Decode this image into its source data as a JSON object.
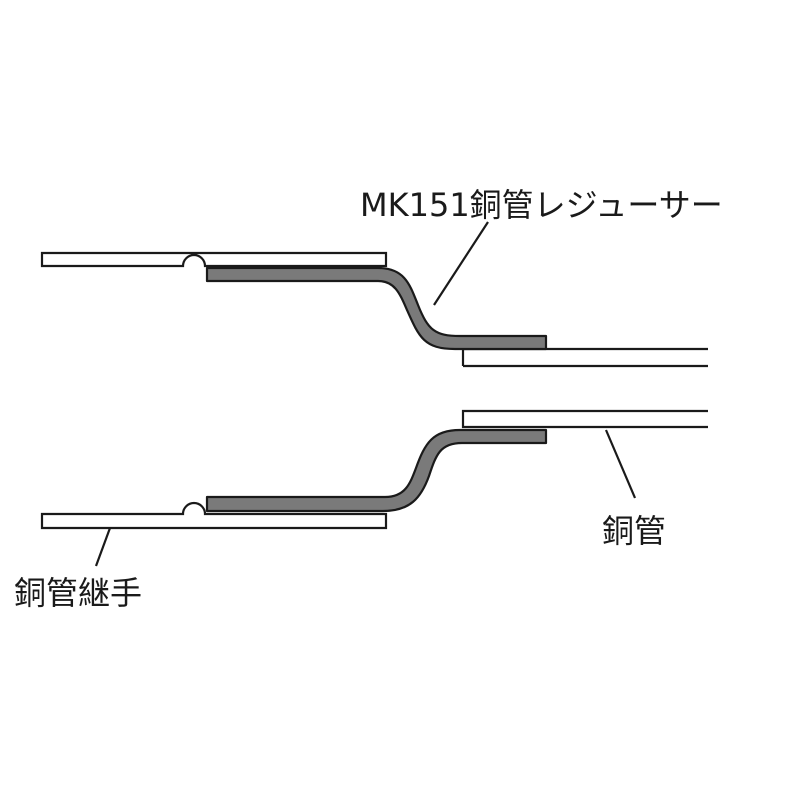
{
  "labels": {
    "reducer": "MK151銅管レジューサー",
    "pipe": "銅管",
    "fitting": "銅管継手"
  },
  "colors": {
    "line": "#1a1a1a",
    "reducer_fill": "#7a7a7a",
    "background": "#ffffff"
  }
}
